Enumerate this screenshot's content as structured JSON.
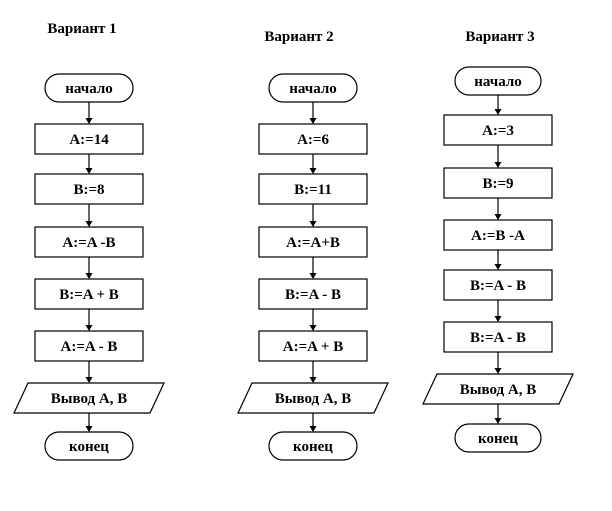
{
  "variants": [
    {
      "title": "Вариант 1",
      "nodes": [
        {
          "type": "terminal",
          "text": "начало"
        },
        {
          "type": "process",
          "text": "A:=14"
        },
        {
          "type": "process",
          "text": "B:=8"
        },
        {
          "type": "process",
          "text": "A:=A -B"
        },
        {
          "type": "process",
          "text": "B:=A + B"
        },
        {
          "type": "process",
          "text": "A:=A - B"
        },
        {
          "type": "io",
          "text": "Вывод A, B"
        },
        {
          "type": "terminal",
          "text": "конец"
        }
      ]
    },
    {
      "title": "Вариант 2",
      "nodes": [
        {
          "type": "terminal",
          "text": "начало"
        },
        {
          "type": "process",
          "text": "A:=6"
        },
        {
          "type": "process",
          "text": "B:=11"
        },
        {
          "type": "process",
          "text": "A:=A+B"
        },
        {
          "type": "process",
          "text": "B:=A - B"
        },
        {
          "type": "process",
          "text": "A:=A + B"
        },
        {
          "type": "io",
          "text": "Вывод A, B"
        },
        {
          "type": "terminal",
          "text": "конец"
        }
      ]
    },
    {
      "title": "Вариант 3",
      "nodes": [
        {
          "type": "terminal",
          "text": "начало"
        },
        {
          "type": "process",
          "text": "A:=3"
        },
        {
          "type": "process",
          "text": "B:=9"
        },
        {
          "type": "process",
          "text": "A:=B -A"
        },
        {
          "type": "process",
          "text": "B:=A - B"
        },
        {
          "type": "process",
          "text": "B:=A - B"
        },
        {
          "type": "io",
          "text": "Вывод A, B"
        },
        {
          "type": "terminal",
          "text": "конец"
        }
      ]
    }
  ]
}
